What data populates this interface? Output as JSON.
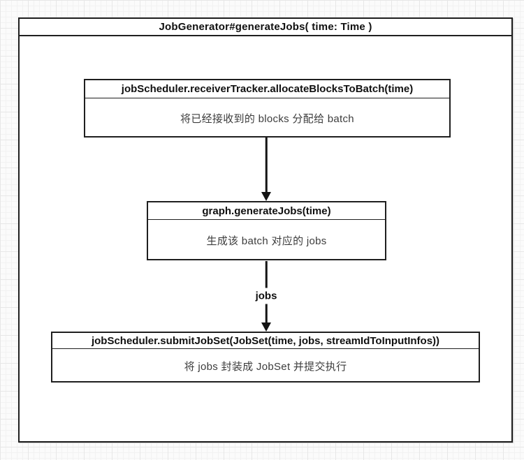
{
  "diagram": {
    "frame_title": "JobGenerator#generateJobs( time: Time )",
    "nodes": [
      {
        "id": "allocate-blocks-to-batch",
        "header": "jobScheduler.receiverTracker.allocateBlocksToBatch(time)",
        "body": "将已经接收到的 blocks 分配给 batch"
      },
      {
        "id": "generate-jobs",
        "header": "graph.generateJobs(time)",
        "body": "生成该 batch 对应的 jobs"
      },
      {
        "id": "submit-job-set",
        "header": "jobScheduler.submitJobSet(JobSet(time, jobs, streamIdToInputInfos))",
        "body": "将 jobs 封装成 JobSet 并提交执行"
      }
    ],
    "edges": [
      {
        "from": "allocate-blocks-to-batch",
        "to": "generate-jobs",
        "label": ""
      },
      {
        "from": "generate-jobs",
        "to": "submit-job-set",
        "label": "jobs"
      }
    ],
    "colors": {
      "border": "#1f1f1f",
      "box_background": "#ffffff",
      "header_text": "#101010",
      "body_text": "#3c3c3c",
      "grid_minor": "#f2f2f2",
      "grid_major": "#e7e7e7",
      "page_background": "#fbfbfb"
    }
  }
}
